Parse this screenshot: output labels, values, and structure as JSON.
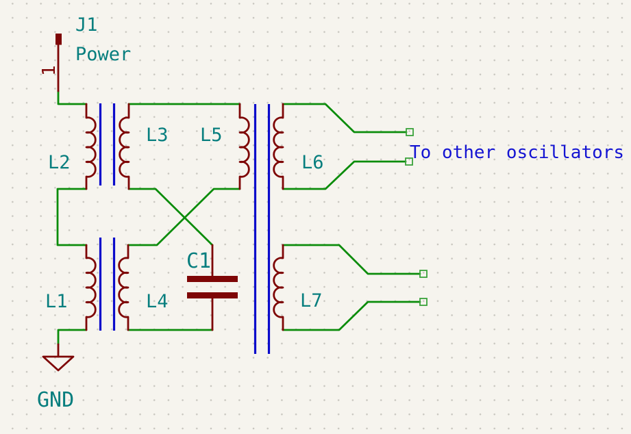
{
  "labels": {
    "j1": "J1",
    "j1_value": "Power",
    "j1_pin": "1",
    "l1": "L1",
    "l2": "L2",
    "l3": "L3",
    "l4": "L4",
    "l5": "L5",
    "l6": "L6",
    "l7": "L7",
    "c1": "C1",
    "gnd": "GND",
    "note": "To other oscillators"
  },
  "colors": {
    "background": "#F6F4EE",
    "grid_dot": "#C8C6BF",
    "wire_green": "#0B8C0B",
    "symbol_maroon": "#7E0606",
    "reference_text_teal": "#077E7E",
    "note_text_blue": "#1414D2",
    "core_line_blue": "#0A0ACB",
    "dangling_end_green": "#3AA23A"
  }
}
